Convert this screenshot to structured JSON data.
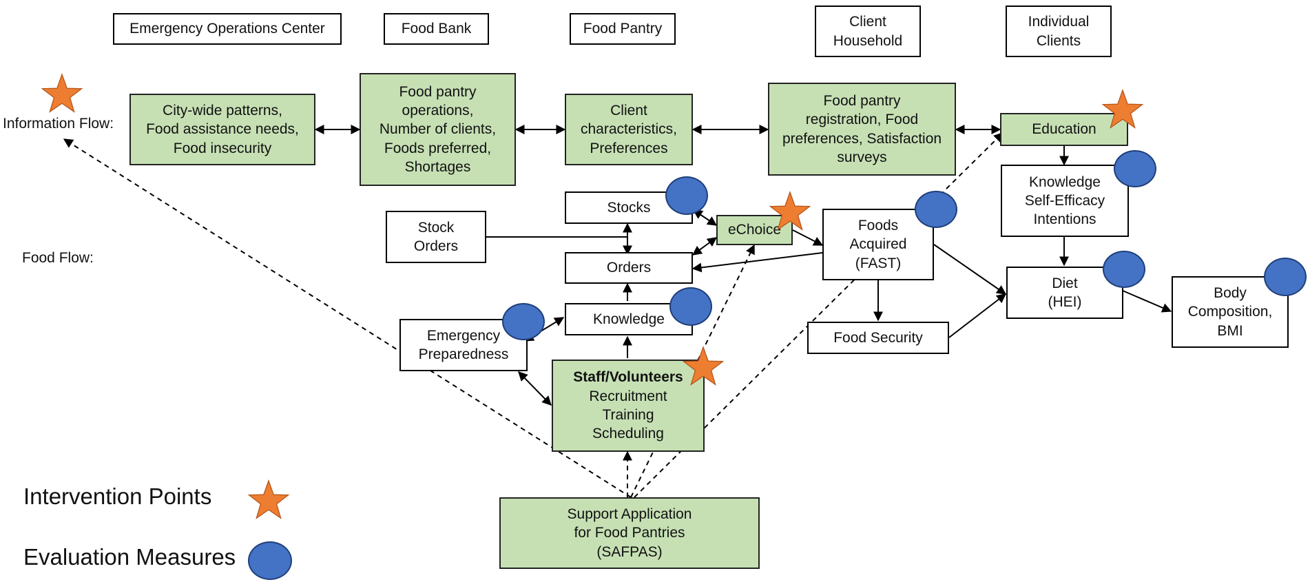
{
  "headers": {
    "eoc": "Emergency Operations Center",
    "food_bank": "Food Bank",
    "food_pantry": "Food Pantry",
    "client_household": [
      "Client",
      "Household"
    ],
    "individual_clients": [
      "Individual",
      "Clients"
    ]
  },
  "flow_labels": {
    "information": "Information Flow:",
    "food": "Food Flow:"
  },
  "info_nodes": {
    "city": [
      "City-wide patterns,",
      "Food assistance needs,",
      "Food insecurity"
    ],
    "pantry_ops": [
      "Food pantry",
      "operations,",
      "Number of clients,",
      "Foods preferred,",
      "Shortages"
    ],
    "client_chars": [
      "Client",
      "characteristics,",
      "Preferences"
    ],
    "registration": [
      "Food pantry",
      "registration, Food",
      "preferences, Satisfaction",
      "surveys"
    ],
    "education": "Education"
  },
  "food_nodes": {
    "stock_orders": [
      "Stock",
      "Orders"
    ],
    "stocks": "Stocks",
    "echoice": "eChoice",
    "orders": "Orders",
    "knowledge": "Knowledge",
    "emergency": [
      "Emergency",
      "Preparedness"
    ],
    "staff": {
      "title": "Staff/Volunteers",
      "lines": [
        "Recruitment",
        "Training",
        "Scheduling"
      ]
    },
    "foods_acquired": [
      "Foods",
      "Acquired",
      "(FAST)"
    ],
    "food_security": "Food Security",
    "kse": [
      "Knowledge",
      "Self-Efficacy",
      "Intentions"
    ],
    "diet": [
      "Diet",
      "(HEI)"
    ],
    "body": [
      "Body",
      "Composition,",
      "BMI"
    ],
    "safpas": [
      "Support Application",
      "for Food Pantries",
      "(SAFPAS)"
    ]
  },
  "legend": {
    "intervention": "Intervention Points",
    "evaluation": "Evaluation Measures"
  },
  "colors": {
    "green_fill": "#c6e0b4",
    "star_fill": "#ed7d31",
    "circle_fill": "#4472c4",
    "stroke": "#000000"
  }
}
